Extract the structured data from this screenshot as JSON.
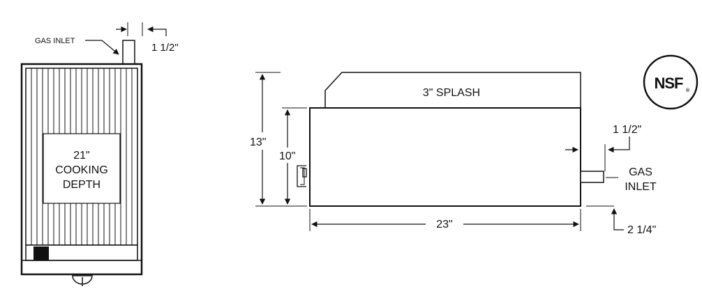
{
  "left_view": {
    "gas_inlet_label": "GAS INLET",
    "inlet_offset_label": "1 1/2\"",
    "cooking_depth_line1": "21\"",
    "cooking_depth_line2": "COOKING",
    "cooking_depth_line3": "DEPTH"
  },
  "right_view": {
    "splash_label": "3\" SPLASH",
    "height_total_label": "13\"",
    "height_body_label": "10\"",
    "width_label": "23\"",
    "inlet_top_offset_label": "1 1/2\"",
    "gas_inlet_line1": "GAS",
    "gas_inlet_line2": "INLET",
    "inlet_bottom_offset_label": "2 1/4\""
  },
  "certification": {
    "logo_text": "NSF",
    "registered_mark": "®"
  }
}
